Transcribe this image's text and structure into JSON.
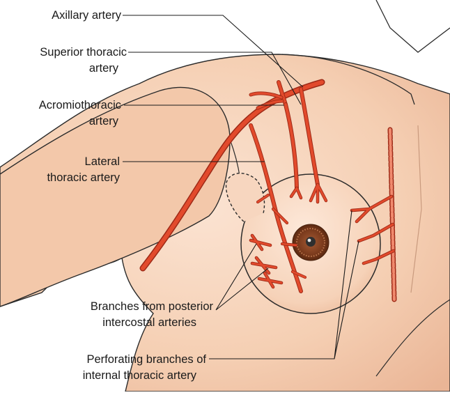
{
  "labels": {
    "axillary": "Axillary artery",
    "superior_thoracic_1": "Superior thoracic",
    "superior_thoracic_2": "artery",
    "acromiothoracic_1": "Acromiothoracic",
    "acromiothoracic_2": "artery",
    "lateral_thoracic_1": "Lateral",
    "lateral_thoracic_2": "thoracic artery",
    "posterior_intercostal_1": "Branches from posterior",
    "posterior_intercostal_2": "intercostal arteries",
    "perforating_1": "Perforating branches of",
    "perforating_2": "internal thoracic artery"
  },
  "colors": {
    "skin": "#f5cfb3",
    "skin_shadow": "#eab596",
    "outline": "#2b2b2b",
    "artery": "#e24a2c",
    "artery_edge": "#9e2a17",
    "areola": "#7a3a1c",
    "nipple": "#3a3a3a"
  }
}
